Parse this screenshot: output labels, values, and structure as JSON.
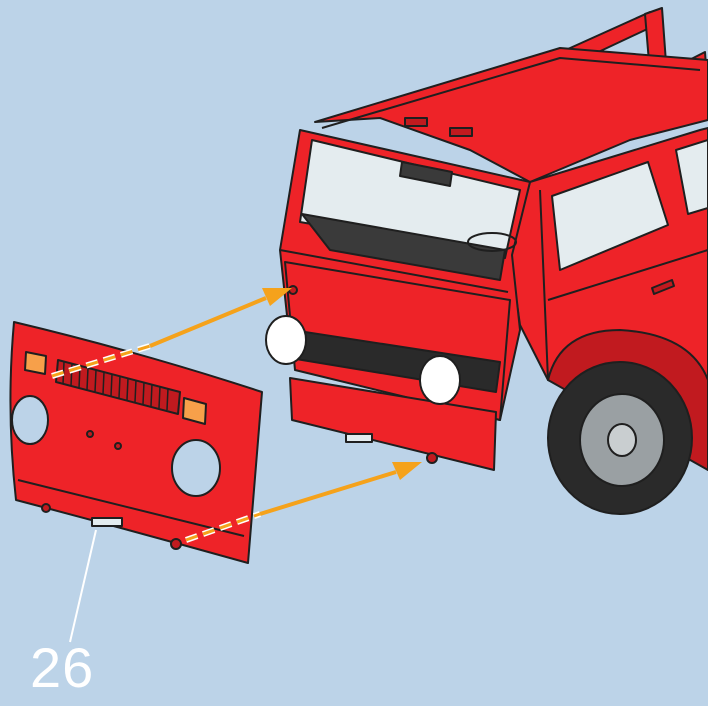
{
  "diagram": {
    "part_number": "26",
    "colors": {
      "background": "#bcd3e8",
      "body_red": "#ee2328",
      "body_red_dark": "#c11a1f",
      "outline": "#1f1f1f",
      "arrow_orange": "#f5a21b",
      "indicator_amber": "#f7a04a",
      "glass": "#e4ecef",
      "tyre": "#2a2a2a",
      "hub": "#9aa0a3",
      "leader_line": "#ffffff"
    },
    "parts": [
      "van-body",
      "front-panel",
      "assembly-arrow-upper",
      "assembly-arrow-lower"
    ]
  }
}
